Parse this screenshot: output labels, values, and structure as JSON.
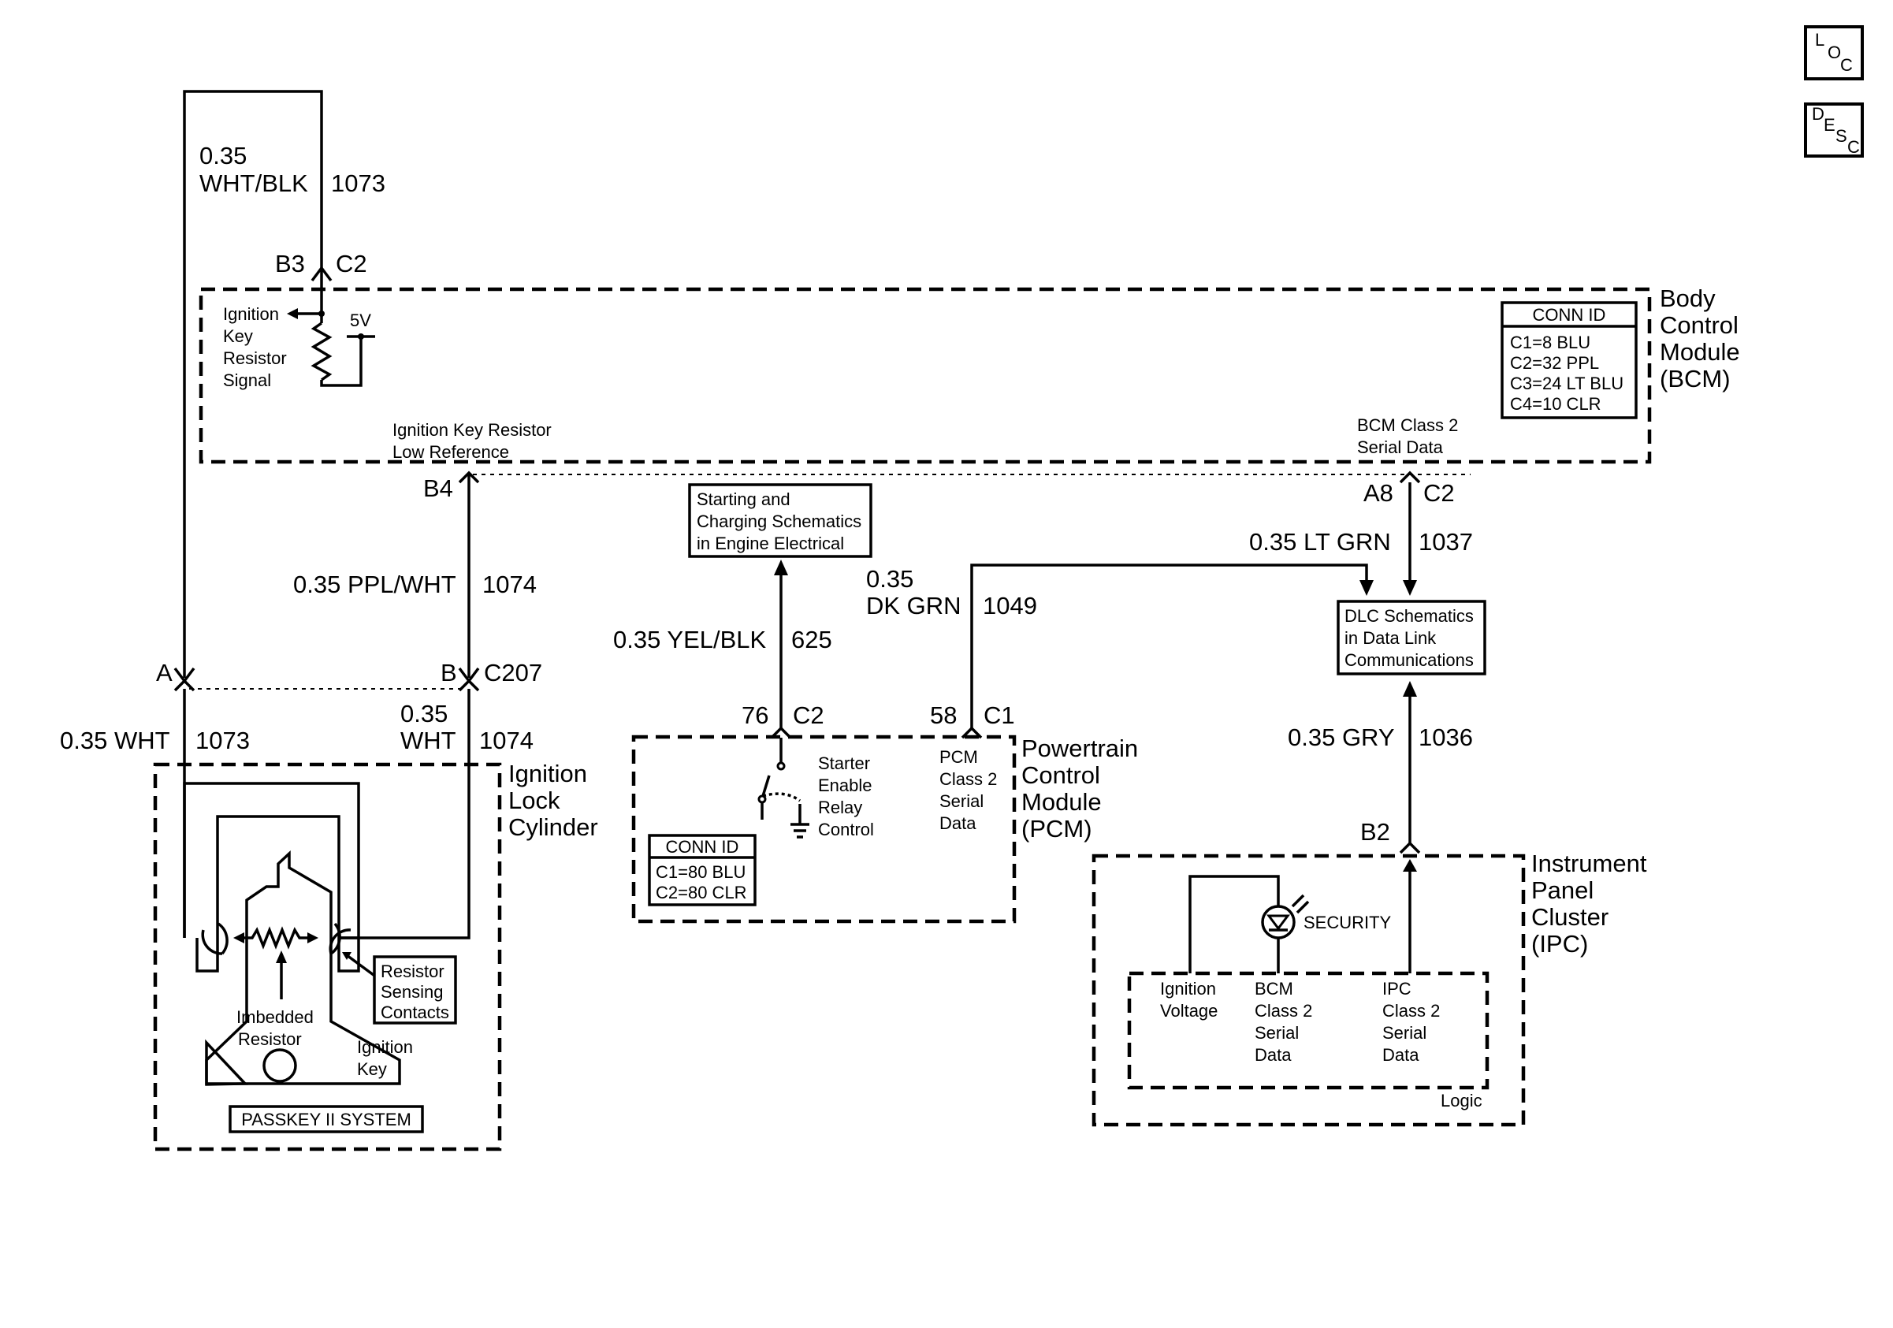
{
  "nav": {
    "loc": [
      "L",
      "O",
      "C"
    ],
    "desc": [
      "D",
      "E",
      "S",
      "C"
    ]
  },
  "bcm": {
    "name": [
      "Body",
      "Control",
      "Module",
      "(BCM)"
    ],
    "conn_id": {
      "title": "CONN ID",
      "rows": [
        "C1=8 BLU",
        "C2=32 PPL",
        "C3=24 LT BLU",
        "C4=10 CLR"
      ]
    },
    "ign_key_signal": [
      "Ignition",
      "Key",
      "Resistor",
      "Signal"
    ],
    "voltage": "5V",
    "low_ref": [
      "Ignition Key Resistor",
      "Low Reference"
    ],
    "class2": [
      "BCM Class 2",
      "Serial Data"
    ]
  },
  "pcm": {
    "name": [
      "Powertrain",
      "Control",
      "Module",
      "(PCM)"
    ],
    "conn_id": {
      "title": "CONN ID",
      "rows": [
        "C1=80 BLU",
        "C2=80 CLR"
      ]
    },
    "relay": [
      "Starter",
      "Enable",
      "Relay",
      "Control"
    ],
    "class2": [
      "PCM",
      "Class 2",
      "Serial",
      "Data"
    ]
  },
  "ipc": {
    "name": [
      "Instrument",
      "Panel",
      "Cluster",
      "(IPC)"
    ],
    "security": "SECURITY",
    "ign_voltage": [
      "Ignition",
      "Voltage"
    ],
    "bcm_class2": [
      "BCM",
      "Class 2",
      "Serial",
      "Data"
    ],
    "ipc_class2": [
      "IPC",
      "Class 2",
      "Serial",
      "Data"
    ],
    "logic": "Logic"
  },
  "lock": {
    "name": [
      "Ignition",
      "Lock",
      "Cylinder"
    ],
    "sensing": [
      "Resistor",
      "Sensing",
      "Contacts"
    ],
    "imbedded": [
      "Imbedded",
      "Resistor"
    ],
    "key": [
      "Ignition",
      "Key"
    ],
    "system": "PASSKEY II SYSTEM"
  },
  "refs": {
    "starting": [
      "Starting and",
      "Charging Schematics",
      "in Engine Electrical"
    ],
    "dlc": [
      "DLC Schematics",
      "in Data Link",
      "Communications"
    ]
  },
  "wires": {
    "w1073_top": [
      "0.35",
      "WHT/BLK",
      "1073"
    ],
    "w1074_mid": [
      "0.35 PPL/WHT",
      "1074"
    ],
    "w1073_bot": [
      "0.35 WHT",
      "1073"
    ],
    "w1074_bot": [
      "0.35",
      "WHT",
      "1074"
    ],
    "w625": [
      "0.35 YEL/BLK",
      "625"
    ],
    "w1049": [
      "0.35",
      "DK GRN",
      "1049"
    ],
    "w1037": [
      "0.35 LT GRN",
      "1037"
    ],
    "w1036": [
      "0.35 GRY",
      "1036"
    ]
  },
  "connectors": {
    "b3": "B3",
    "b3c": "C2",
    "b4": "B4",
    "a8": "A8",
    "a8c": "C2",
    "a": "A",
    "b": "B",
    "c207": "C207",
    "p76": "76",
    "p76c": "C2",
    "p58": "58",
    "p58c": "C1",
    "b2": "B2"
  }
}
